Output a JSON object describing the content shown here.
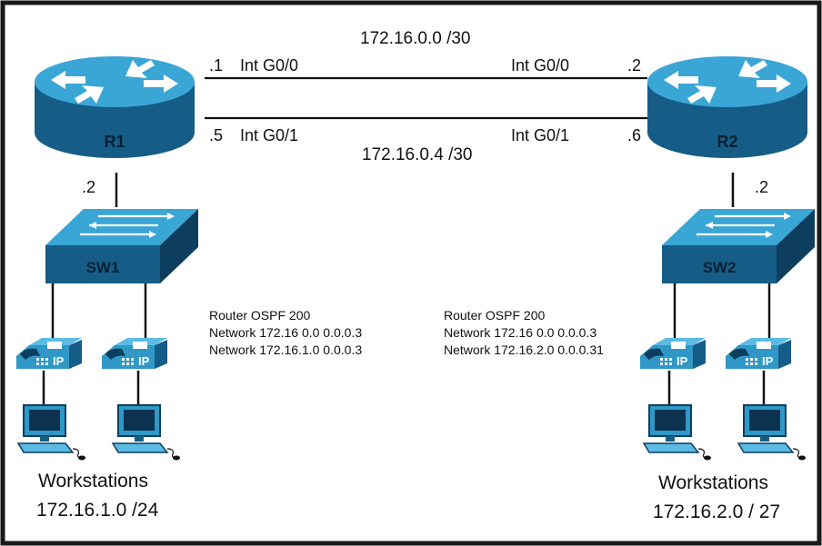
{
  "links": {
    "top_subnet": "172.16.0.0 /30",
    "bottom_subnet": "172.16.0.4 /30",
    "r1_top_host": ".1",
    "r1_top_intf": "Int G0/0",
    "r2_top_intf": "Int G0/0",
    "r2_top_host": ".2",
    "r1_bot_host": ".5",
    "r1_bot_intf": "Int G0/1",
    "r2_bot_intf": "Int G0/1",
    "r2_bot_host": ".6",
    "r1_sw_host": ".2",
    "r2_sw_host": ".2"
  },
  "devices": {
    "r1": "R1",
    "r2": "R2",
    "sw1": "SW1",
    "sw2": "SW2",
    "ip_phone_label": "IP"
  },
  "config_r1": [
    "Router OSPF 200",
    "Network 172.16 0.0 0.0.0.3",
    "Network 172.16.1.0 0.0.0.3"
  ],
  "config_r2": [
    "Router OSPF 200",
    "Network 172.16 0.0 0.0.0.3",
    "Network 172.16.2.0 0.0.0.31"
  ],
  "lan_left": {
    "title": "Workstations",
    "subnet": "172.16.1.0 /24"
  },
  "lan_right": {
    "title": "Workstations",
    "subnet": "172.16.2.0 / 27"
  },
  "colors": {
    "device_top": "#3aa6d6",
    "device_side": "#155d86",
    "device_dark": "#0d3e5e",
    "line": "#111111",
    "frame": "#1a1a1a"
  }
}
